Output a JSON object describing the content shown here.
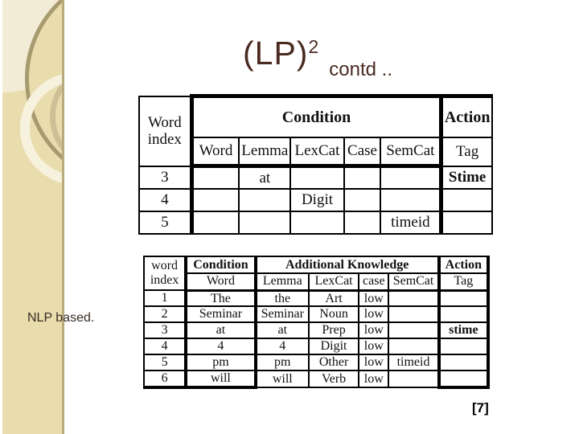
{
  "slide": {
    "title": {
      "main": "(LP)",
      "sup": "2",
      "suffix": "contd .."
    },
    "side_label": "NLP based.",
    "reference": "[7]",
    "colors": {
      "title_text": "#4a2b21",
      "side_label_text": "#362c23",
      "sidebar_bg": "#e9ddae",
      "sidebar_edge": "#b9ab7e",
      "sidebar_light": "#f2ecd6",
      "ring_dark": "#a79a6f",
      "ring_tan": "#cdc096",
      "ring_cream": "#f7f2de",
      "table_border": "#000000"
    }
  },
  "table1": {
    "header": {
      "word_index": [
        "Word",
        "index"
      ],
      "condition": "Condition",
      "action": "Action",
      "sub": [
        "Word",
        "Lemma",
        "LexCat",
        "Case",
        "SemCat"
      ],
      "tag": "Tag"
    },
    "rows": [
      {
        "index": "3",
        "word": "",
        "lemma": "at",
        "lexcat": "",
        "case": "",
        "semcat": "",
        "tag": "Stime"
      },
      {
        "index": "4",
        "word": "",
        "lemma": "",
        "lexcat": "Digit",
        "case": "",
        "semcat": "",
        "tag": ""
      },
      {
        "index": "5",
        "word": "",
        "lemma": "",
        "lexcat": "",
        "case": "",
        "semcat": "timeid",
        "tag": ""
      }
    ]
  },
  "table2": {
    "header": {
      "word_index": [
        "word",
        "index"
      ],
      "condition": "Condition",
      "additional": "Additional Knowledge",
      "action": "Action",
      "sub_word": "Word",
      "sub": [
        "Lemma",
        "LexCat",
        "case",
        "SemCat"
      ],
      "tag": "Tag"
    },
    "rows": [
      {
        "index": "1",
        "word": "The",
        "lemma": "the",
        "lexcat": "Art",
        "case": "low",
        "semcat": "",
        "tag": ""
      },
      {
        "index": "2",
        "word": "Seminar",
        "lemma": "Seminar",
        "lexcat": "Noun",
        "case": "low",
        "semcat": "",
        "tag": ""
      },
      {
        "index": "3",
        "word": "at",
        "lemma": "at",
        "lexcat": "Prep",
        "case": "low",
        "semcat": "",
        "tag": "stime"
      },
      {
        "index": "4",
        "word": "4",
        "lemma": "4",
        "lexcat": "Digit",
        "case": "low",
        "semcat": "",
        "tag": ""
      },
      {
        "index": "5",
        "word": "pm",
        "lemma": "pm",
        "lexcat": "Other",
        "case": "low",
        "semcat": "timeid",
        "tag": ""
      },
      {
        "index": "6",
        "word": "will",
        "lemma": "will",
        "lexcat": "Verb",
        "case": "low",
        "semcat": "",
        "tag": ""
      }
    ]
  }
}
